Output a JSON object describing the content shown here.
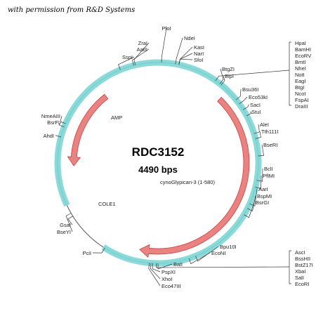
{
  "credit": "with permission from R&D Systems",
  "plasmid": {
    "name": "RDC3152",
    "size": "4490 bps"
  },
  "features": [
    {
      "label": "AMP",
      "color": "#e86c6c"
    },
    {
      "label": "cynoGlypican-3 (1-580)",
      "color": "#e86c6c"
    },
    {
      "label": "COLE1",
      "color": "#7dd6d6"
    }
  ],
  "sites": [
    {
      "label": "PfoI"
    },
    {
      "label": "NdeI"
    },
    {
      "label": "KasI"
    },
    {
      "label": "NarI"
    },
    {
      "label": "SfoI"
    },
    {
      "label": "ZraI"
    },
    {
      "label": "AatII"
    },
    {
      "label": "SspI"
    },
    {
      "label": "BtgZI"
    },
    {
      "label": "BlpI"
    },
    {
      "label": "HpaI"
    },
    {
      "label": "BamHI"
    },
    {
      "label": "EcoRV"
    },
    {
      "label": "BmtI"
    },
    {
      "label": "NheI"
    },
    {
      "label": "NotI"
    },
    {
      "label": "EagI"
    },
    {
      "label": "BtgI"
    },
    {
      "label": "NcoI"
    },
    {
      "label": "FspAI"
    },
    {
      "label": "DraIII"
    },
    {
      "label": "Bsu36I"
    },
    {
      "label": "Eco53kI"
    },
    {
      "label": "SacI"
    },
    {
      "label": "StuI"
    },
    {
      "label": "AleI"
    },
    {
      "label": "Tth111I"
    },
    {
      "label": "BseRI"
    },
    {
      "label": "BclI"
    },
    {
      "label": "PflMI"
    },
    {
      "label": "AarI"
    },
    {
      "label": "BspMI"
    },
    {
      "label": "BsrGI"
    },
    {
      "label": "Bpu10I"
    },
    {
      "label": "EcoNI"
    },
    {
      "label": "BalI"
    },
    {
      "label": "AscI"
    },
    {
      "label": "BssHII"
    },
    {
      "label": "BstZ17I"
    },
    {
      "label": "XbaI"
    },
    {
      "label": "SalI"
    },
    {
      "label": "EcoRI"
    },
    {
      "label": "PspXI"
    },
    {
      "label": "XhoI"
    },
    {
      "label": "Eco47III"
    },
    {
      "label": "PciI"
    },
    {
      "label": "GsaI"
    },
    {
      "label": "BseYI"
    },
    {
      "label": "AhdI"
    },
    {
      "label": "BsrFI"
    },
    {
      "label": "NmeAIII"
    }
  ]
}
